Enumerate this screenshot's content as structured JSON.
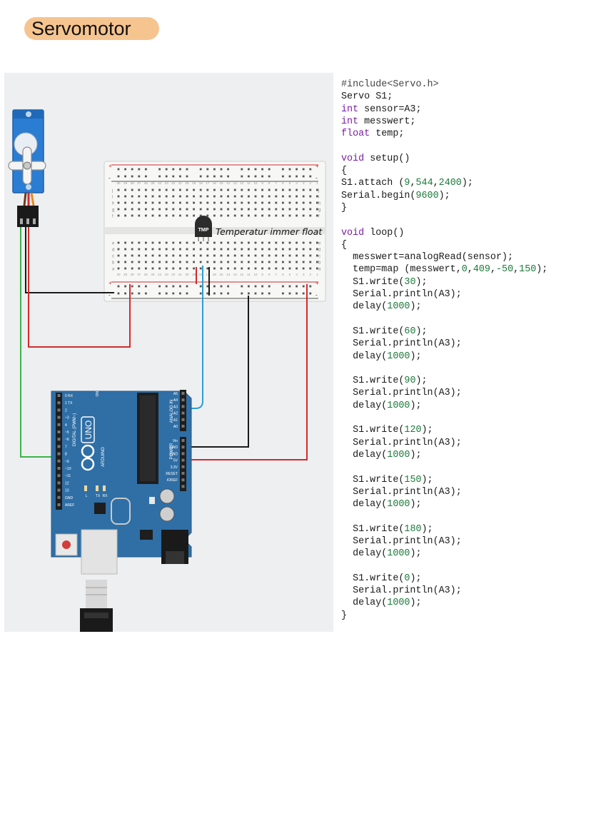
{
  "title": "Servomotor",
  "circuit": {
    "sensor_label": "TMP",
    "annotation": "Temperatur immer float",
    "arduino": {
      "brand": "ARDUINO",
      "model": "UNO",
      "digital_header": "DIGITAL (PWM~)",
      "analog_header": "ANALOG IN",
      "power_header": "POWER",
      "analog_pins": [
        "A5",
        "A4",
        "A3",
        "A2",
        "A1",
        "A0"
      ],
      "power_pins": [
        "Vin",
        "GND",
        "GND",
        "5V",
        "3.3V",
        "RESET",
        "IOREF"
      ],
      "digital_pins": [
        "0 RX",
        "1 TX",
        "2",
        "~3",
        "4",
        "~5",
        "~6",
        "7",
        "8",
        "~9",
        "~10",
        "~11",
        "12",
        "13",
        "GND",
        "AREF"
      ],
      "leds": [
        "L",
        "TX",
        "RX"
      ],
      "on_label": "ON"
    },
    "breadboard": {
      "rows": [
        "a",
        "b",
        "c",
        "d",
        "e",
        "f",
        "g",
        "h",
        "i",
        "j"
      ],
      "columns": [
        "1",
        "2",
        "3",
        "4",
        "5",
        "6",
        "7",
        "8",
        "9",
        "10",
        "11",
        "12",
        "13",
        "14",
        "15",
        "16",
        "17",
        "18",
        "19",
        "20",
        "21",
        "22",
        "23",
        "24",
        "25",
        "26",
        "27",
        "28",
        "29",
        "30"
      ],
      "rail_plus": "+",
      "rail_minus": "-"
    }
  },
  "code": {
    "lines": [
      [
        {
          "t": "#include<Servo.h>",
          "c": "pp"
        }
      ],
      [
        {
          "t": "Servo S1;"
        }
      ],
      [
        {
          "t": "int",
          "c": "kw"
        },
        {
          "t": " sensor=A3;"
        }
      ],
      [
        {
          "t": "int",
          "c": "kw"
        },
        {
          "t": " messwert;"
        }
      ],
      [
        {
          "t": "float",
          "c": "kw"
        },
        {
          "t": " temp;"
        }
      ],
      [],
      [
        {
          "t": "void",
          "c": "kw"
        },
        {
          "t": " setup()"
        }
      ],
      [
        {
          "t": "{"
        }
      ],
      [
        {
          "t": "S1.attach ("
        },
        {
          "t": "9",
          "c": "num"
        },
        {
          "t": ","
        },
        {
          "t": "544",
          "c": "num"
        },
        {
          "t": ","
        },
        {
          "t": "2400",
          "c": "num"
        },
        {
          "t": ");"
        }
      ],
      [
        {
          "t": "Serial.begin("
        },
        {
          "t": "9600",
          "c": "num"
        },
        {
          "t": ");"
        }
      ],
      [
        {
          "t": "}"
        }
      ],
      [],
      [
        {
          "t": "void",
          "c": "kw"
        },
        {
          "t": " loop()"
        }
      ],
      [
        {
          "t": "{"
        }
      ],
      [
        {
          "t": "  messwert=analogRead(sensor);"
        }
      ],
      [
        {
          "t": "  temp=map (messwert,"
        },
        {
          "t": "0",
          "c": "num"
        },
        {
          "t": ","
        },
        {
          "t": "409",
          "c": "num"
        },
        {
          "t": ","
        },
        {
          "t": "-50",
          "c": "num"
        },
        {
          "t": ","
        },
        {
          "t": "150",
          "c": "num"
        },
        {
          "t": ");"
        }
      ],
      [
        {
          "t": "  S1.write("
        },
        {
          "t": "30",
          "c": "num"
        },
        {
          "t": ");"
        }
      ],
      [
        {
          "t": "  Serial.println(A3);"
        }
      ],
      [
        {
          "t": "  delay("
        },
        {
          "t": "1000",
          "c": "num"
        },
        {
          "t": ");"
        }
      ],
      [],
      [
        {
          "t": "  S1.write("
        },
        {
          "t": "60",
          "c": "num"
        },
        {
          "t": ");"
        }
      ],
      [
        {
          "t": "  Serial.println(A3);"
        }
      ],
      [
        {
          "t": "  delay("
        },
        {
          "t": "1000",
          "c": "num"
        },
        {
          "t": ");"
        }
      ],
      [],
      [
        {
          "t": "  S1.write("
        },
        {
          "t": "90",
          "c": "num"
        },
        {
          "t": ");"
        }
      ],
      [
        {
          "t": "  Serial.println(A3);"
        }
      ],
      [
        {
          "t": "  delay("
        },
        {
          "t": "1000",
          "c": "num"
        },
        {
          "t": ");"
        }
      ],
      [],
      [
        {
          "t": "  S1.write("
        },
        {
          "t": "120",
          "c": "num"
        },
        {
          "t": ");"
        }
      ],
      [
        {
          "t": "  Serial.println(A3);"
        }
      ],
      [
        {
          "t": "  delay("
        },
        {
          "t": "1000",
          "c": "num"
        },
        {
          "t": ");"
        }
      ],
      [],
      [
        {
          "t": "  S1.write("
        },
        {
          "t": "150",
          "c": "num"
        },
        {
          "t": ");"
        }
      ],
      [
        {
          "t": "  Serial.println(A3);"
        }
      ],
      [
        {
          "t": "  delay("
        },
        {
          "t": "1000",
          "c": "num"
        },
        {
          "t": ");"
        }
      ],
      [],
      [
        {
          "t": "  S1.write("
        },
        {
          "t": "180",
          "c": "num"
        },
        {
          "t": ");"
        }
      ],
      [
        {
          "t": "  Serial.println(A3);"
        }
      ],
      [
        {
          "t": "  delay("
        },
        {
          "t": "1000",
          "c": "num"
        },
        {
          "t": ");"
        }
      ],
      [],
      [
        {
          "t": "  S1.write("
        },
        {
          "t": "0",
          "c": "num"
        },
        {
          "t": ");"
        }
      ],
      [
        {
          "t": "  Serial.println(A3);"
        }
      ],
      [
        {
          "t": "  delay("
        },
        {
          "t": "1000",
          "c": "num"
        },
        {
          "t": ");"
        }
      ],
      [
        {
          "t": "}"
        }
      ]
    ]
  },
  "colors": {
    "title_pill": "#f6c48f",
    "arduino_board": "#2f6fa6",
    "servo_body": "#2b7cd3",
    "wire_red": "#d42a2a",
    "wire_black": "#1a1a1a",
    "wire_green": "#3bb34a",
    "wire_blue": "#2a9fd6",
    "keyword": "#7a1fa2",
    "number": "#1b7a3a"
  }
}
